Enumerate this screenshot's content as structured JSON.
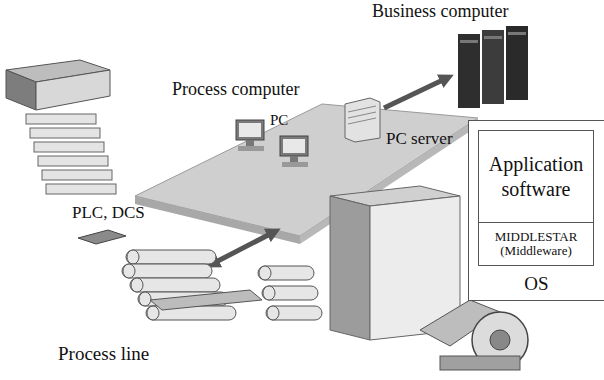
{
  "diagram": {
    "nodes": [
      {
        "text": [
          "OS"
        ]
      },
      {
        "text": [
          "Application software"
        ],
        "in": 0
      },
      {
        "text": [
          "MIDDLESTAR (Middleware)"
        ],
        "in": 0
      }
    ],
    "labels": [
      "Business computer",
      "Process computer",
      "PC",
      "PC server",
      "PLC, DCS",
      "Process line"
    ]
  }
}
